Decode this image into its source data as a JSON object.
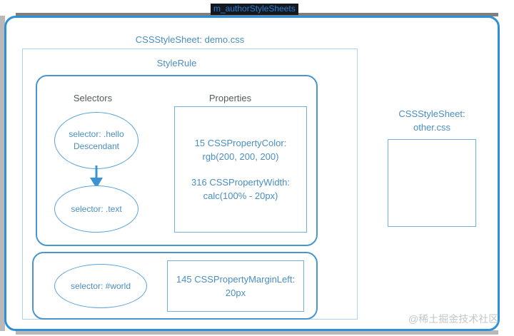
{
  "selection": {
    "variable_label": "m_authorStyleSheets",
    "label_bg": "#14181f",
    "label_fg": "#2f7fd1"
  },
  "colors": {
    "frame_blue": "#2f8fd8",
    "node_blue": "#4a94cf",
    "text_blue": "#4a8ec2",
    "header_gray": "#555a5e",
    "panel_border": "#aed2ee",
    "watermark_gray": "#c3c6c9"
  },
  "stylesheets": [
    {
      "title": "CSSStyleSheet: demo.css",
      "rules": [
        {
          "title": "StyleRule",
          "selectors_header": "Selectors",
          "properties_header": "Properties",
          "selectors": [
            "selector: .hello Descendant",
            "selector: .text"
          ],
          "properties": [
            {
              "id": "15",
              "name": "CSSPropertyColor:",
              "value": "rgb(200, 200, 200)"
            },
            {
              "id": "316",
              "name": "CSSPropertyWidth:",
              "value": "calc(100% - 20px)"
            }
          ]
        },
        {
          "title": "",
          "selectors": [
            "selector: #world"
          ],
          "properties": [
            {
              "id": "145",
              "name": "CSSPropertyMarginLeft:",
              "value": "20px"
            }
          ]
        }
      ]
    },
    {
      "title_line_1": "CSSStyleSheet:",
      "title_line_2": "other.css",
      "rules": []
    }
  ],
  "watermark": "@稀土掘金技术社区"
}
